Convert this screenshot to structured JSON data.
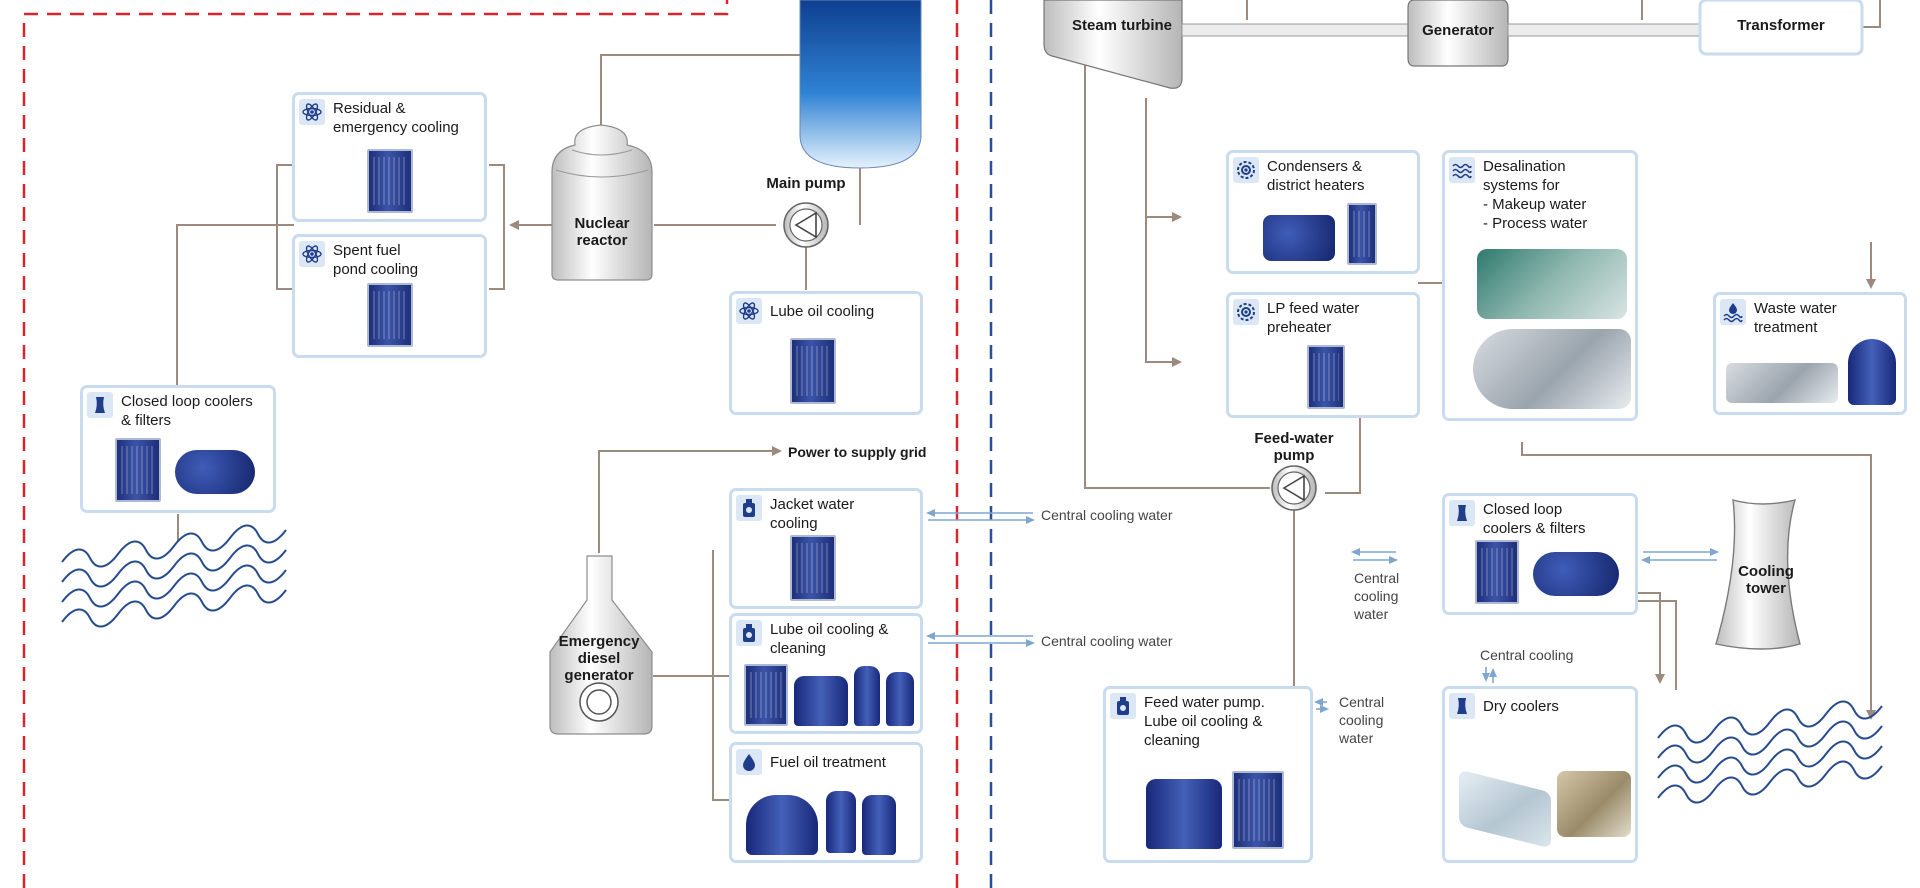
{
  "colors": {
    "line": "#9c8a7e",
    "red_border": "#d8262e",
    "blue_border": "#2a4f9a",
    "box_border": "#c9dbee",
    "arrow_blue": "#7ea6cf",
    "wave": "#274c8e",
    "reactor_blue": "#1e67b8"
  },
  "icons": {
    "atom": "atom-icon",
    "fan": "fan-icon",
    "waves": "waves-icon",
    "tower": "cooling-tower-icon",
    "bottle": "bottle-icon",
    "drop": "oil-drop-icon",
    "water_drop": "water-drop-icon"
  },
  "equipment": {
    "steam_turbine": "Steam turbine",
    "generator": "Generator",
    "transformer": "Transformer",
    "main_pump": "Main pump",
    "nuclear_reactor": "Nuclear\nreactor",
    "feed_water_pump": "Feed-water\npump",
    "emergency_generator": "Emergency\ndiesel\ngenerator",
    "cooling_tower": "Cooling\ntower"
  },
  "boxes": {
    "residual": "Residual &\nemergency cooling",
    "spent_fuel": "Spent fuel\npond cooling",
    "closed_loop_left": "Closed loop coolers\n& filters",
    "lube_oil_top": "Lube oil cooling",
    "jacket_water": "Jacket water\ncooling",
    "lube_oil_cleaning": "Lube oil cooling &\ncleaning",
    "fuel_oil": "Fuel oil treatment",
    "condensers": "Condensers &\ndistrict heaters",
    "lp_feed": "LP feed water\npreheater",
    "desalination": "Desalination\nsystems for\n- Makeup water\n- Process water",
    "waste_water": "Waste water\ntreatment",
    "closed_loop_right": "Closed loop\ncoolers & filters",
    "dry_coolers": "Dry coolers",
    "feed_pump_lube": "Feed water pump.\nLube oil cooling &\ncleaning"
  },
  "flow_labels": {
    "power_grid": "Power to supply grid",
    "ccw_jacket": "Central cooling water",
    "ccw_lube": "Central cooling water",
    "ccw_right": "Central\ncooling\nwater",
    "central_cooling": "Central cooling",
    "ccw_feed": "Central\ncooling\nwater"
  }
}
